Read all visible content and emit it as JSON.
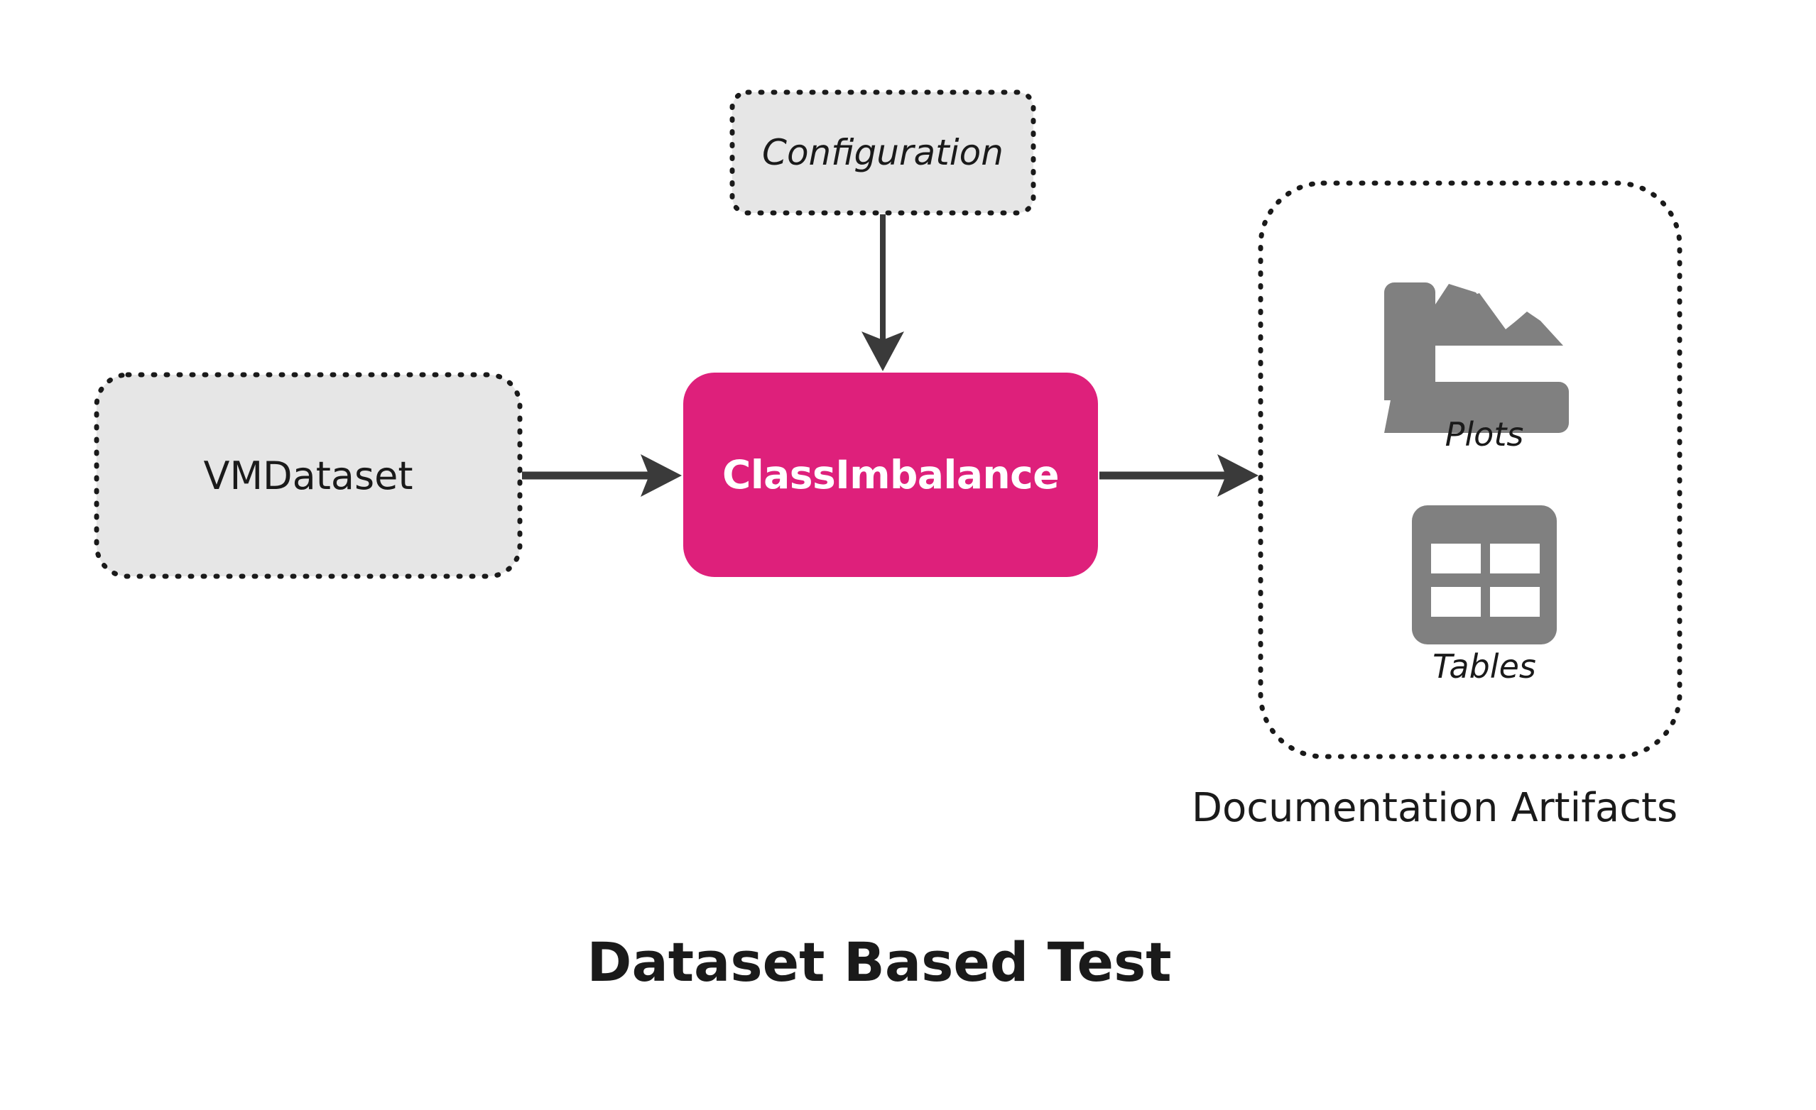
{
  "diagram": {
    "title": "Dataset Based Test",
    "nodes": {
      "input": {
        "label": "VMDataset",
        "shape": "rounded-rect-dotted",
        "fill": "#e6e6e6",
        "stroke": "#1a1a1a"
      },
      "configuration": {
        "label": "Configuration",
        "shape": "rounded-rect-dotted",
        "fill": "#e6e6e6",
        "stroke": "#1a1a1a"
      },
      "test": {
        "label": "ClassImbalance",
        "shape": "rounded-rect-filled",
        "fill": "#de207b",
        "text_color": "#ffffff"
      }
    },
    "artifacts": {
      "caption": "Documentation Artifacts",
      "container_stroke": "#1a1a1a",
      "items": [
        {
          "label": "Plots",
          "icon": "area-chart-icon",
          "color": "#808080"
        },
        {
          "label": "Tables",
          "icon": "table-grid-icon",
          "color": "#808080"
        }
      ]
    },
    "edges": [
      {
        "from": "VMDataset",
        "to": "ClassImbalance",
        "direction": "right",
        "color": "#3a3a3a"
      },
      {
        "from": "Configuration",
        "to": "ClassImbalance",
        "direction": "down",
        "color": "#3a3a3a"
      },
      {
        "from": "ClassImbalance",
        "to": "Documentation Artifacts",
        "direction": "right",
        "color": "#3a3a3a"
      }
    ]
  }
}
